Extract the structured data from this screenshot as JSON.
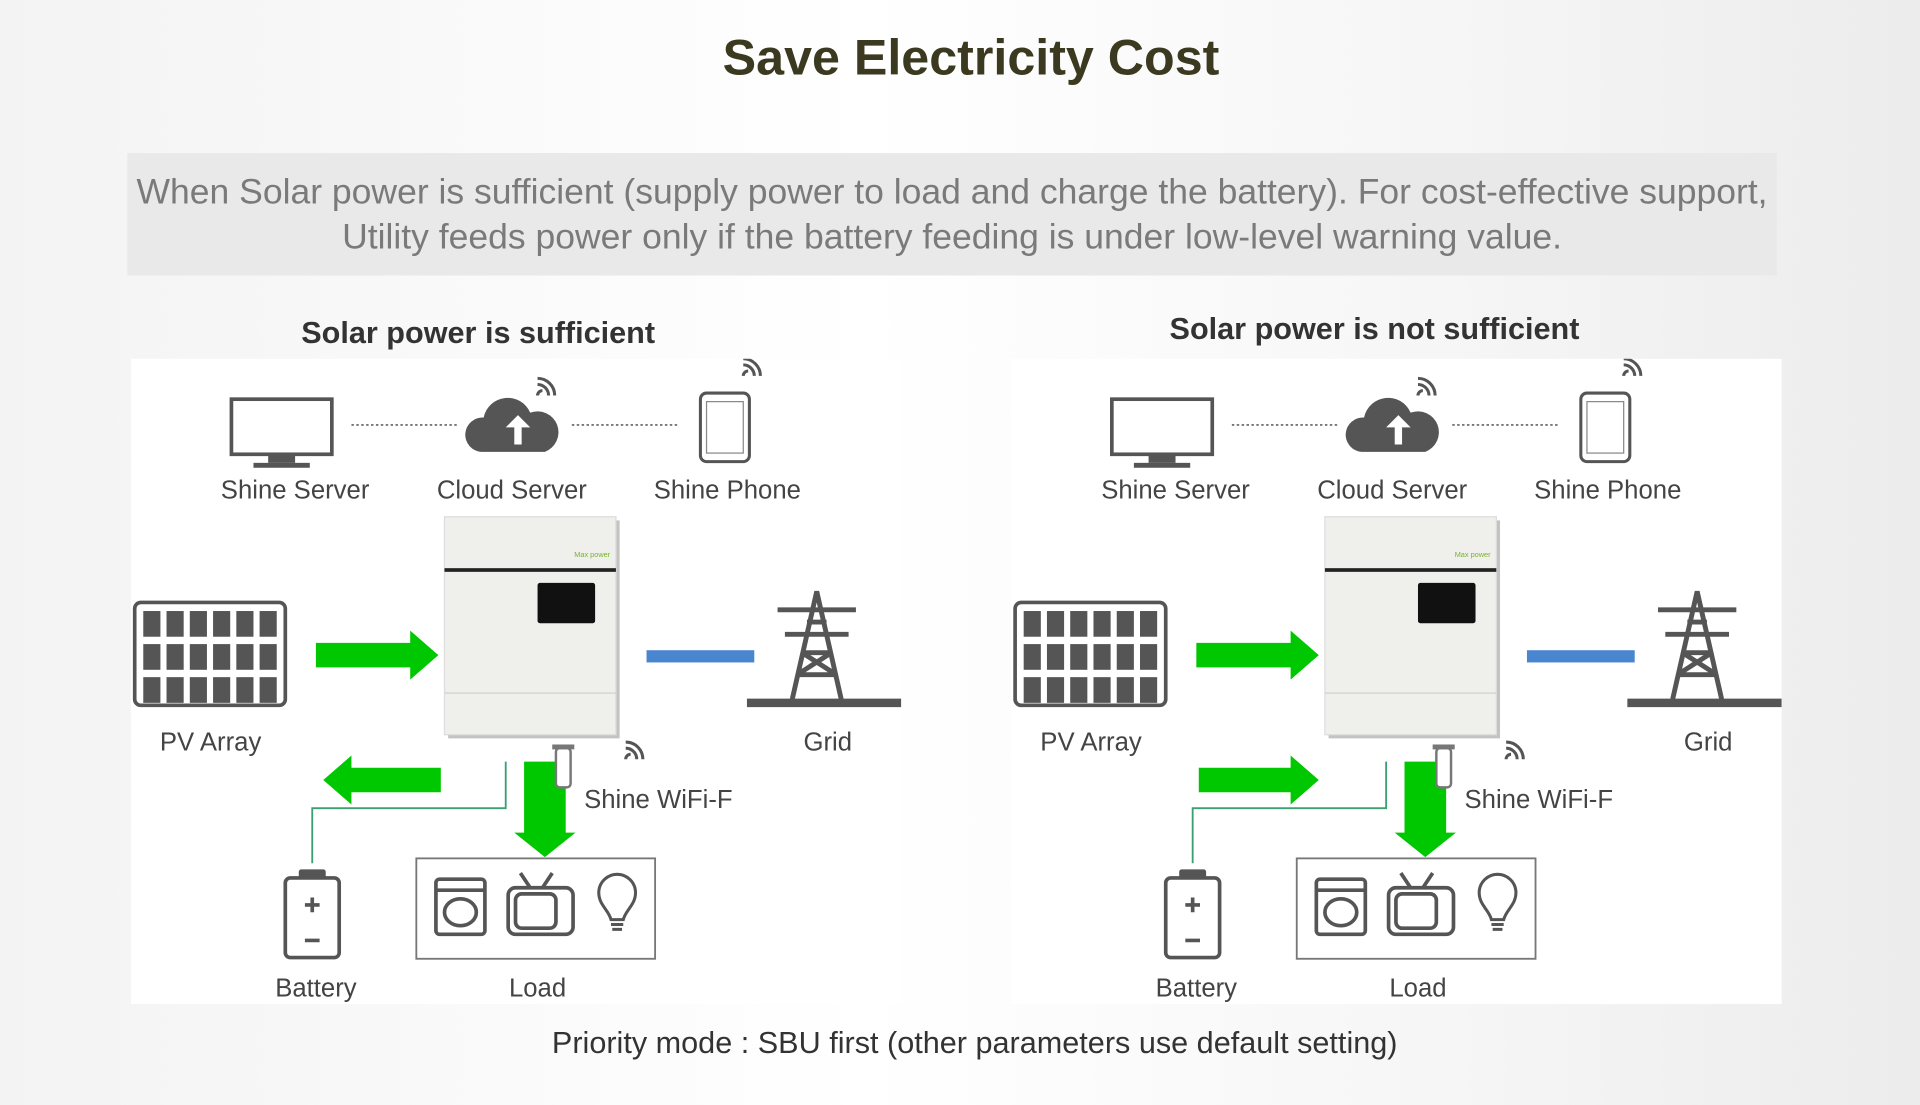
{
  "title": "Save Electricity Cost",
  "description": "When Solar power is sufficient  (supply power to load and charge the battery). For cost-effective support, Utility feeds power only if the battery feeding is under low-level warning value.",
  "panels": [
    {
      "heading": "Solar power is sufficient",
      "battery_flow": "to-battery",
      "labels": {
        "shine_server": "Shine Server",
        "cloud_server": "Cloud Server",
        "shine_phone": "Shine Phone",
        "pv_array": "PV Array",
        "grid": "Grid",
        "wifi": "Shine WiFi-F",
        "battery": "Battery",
        "load": "Load"
      }
    },
    {
      "heading": "Solar power is not sufficient",
      "battery_flow": "from-battery",
      "labels": {
        "shine_server": "Shine Server",
        "cloud_server": "Cloud Server",
        "shine_phone": "Shine Phone",
        "pv_array": "PV Array",
        "grid": "Grid",
        "wifi": "Shine WiFi-F",
        "battery": "Battery",
        "load": "Load"
      }
    }
  ],
  "footer": "Priority mode : SBU first (other parameters use default setting)",
  "colors": {
    "flow": "#00c800",
    "grid_link": "#4a86d0",
    "title": "#3b3a20"
  }
}
